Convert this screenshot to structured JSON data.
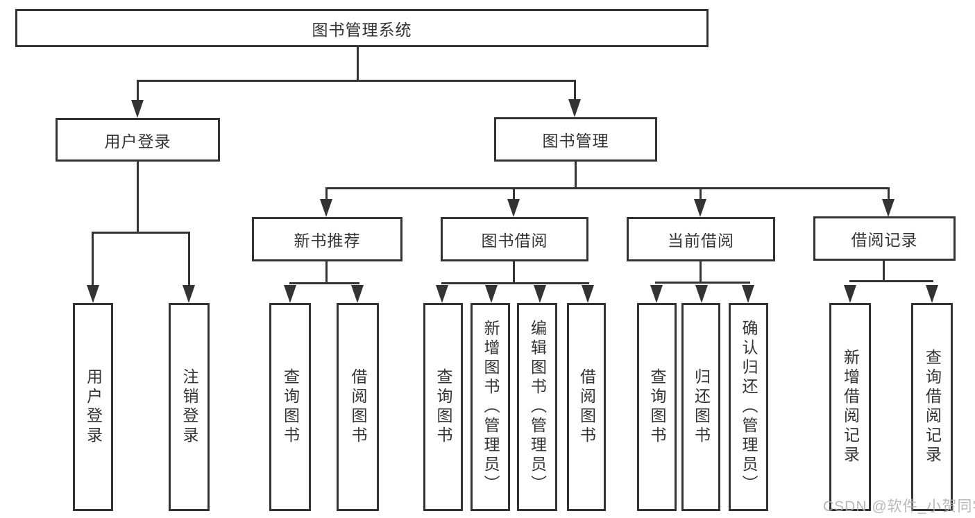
{
  "title": {
    "label": "图书管理系统"
  },
  "level2": {
    "user_login": {
      "label": "用户登录"
    },
    "book_mgmt": {
      "label": "图书管理"
    }
  },
  "level3": {
    "new_books": {
      "label": "新书推荐"
    },
    "book_borrow": {
      "label": "图书借阅"
    },
    "current_borrow": {
      "label": "当前借阅"
    },
    "borrow_records": {
      "label": "借阅记录"
    }
  },
  "leaves": {
    "user_login": {
      "label": "用户登录"
    },
    "logout": {
      "label": "注销登录"
    },
    "nb_query": {
      "label": "查询图书"
    },
    "nb_borrow": {
      "label": "借阅图书"
    },
    "bb_query": {
      "label": "查询图书"
    },
    "bb_add": {
      "label": "新增图书（管理员）"
    },
    "bb_edit": {
      "label": "编辑图书（管理员）"
    },
    "bb_borrow": {
      "label": "借阅图书"
    },
    "cb_query": {
      "label": "查询图书"
    },
    "cb_return": {
      "label": "归还图书"
    },
    "cb_confirm": {
      "label": "确认归还（管理员）"
    },
    "br_add": {
      "label": "新增借阅记录"
    },
    "br_query": {
      "label": "查询借阅记录"
    }
  },
  "watermark": {
    "text": "CSDN @软件_小贺同学"
  },
  "colors": {
    "line": "#333333",
    "text": "#333333",
    "watermark": "#b0b0b0",
    "background": "#ffffff"
  }
}
